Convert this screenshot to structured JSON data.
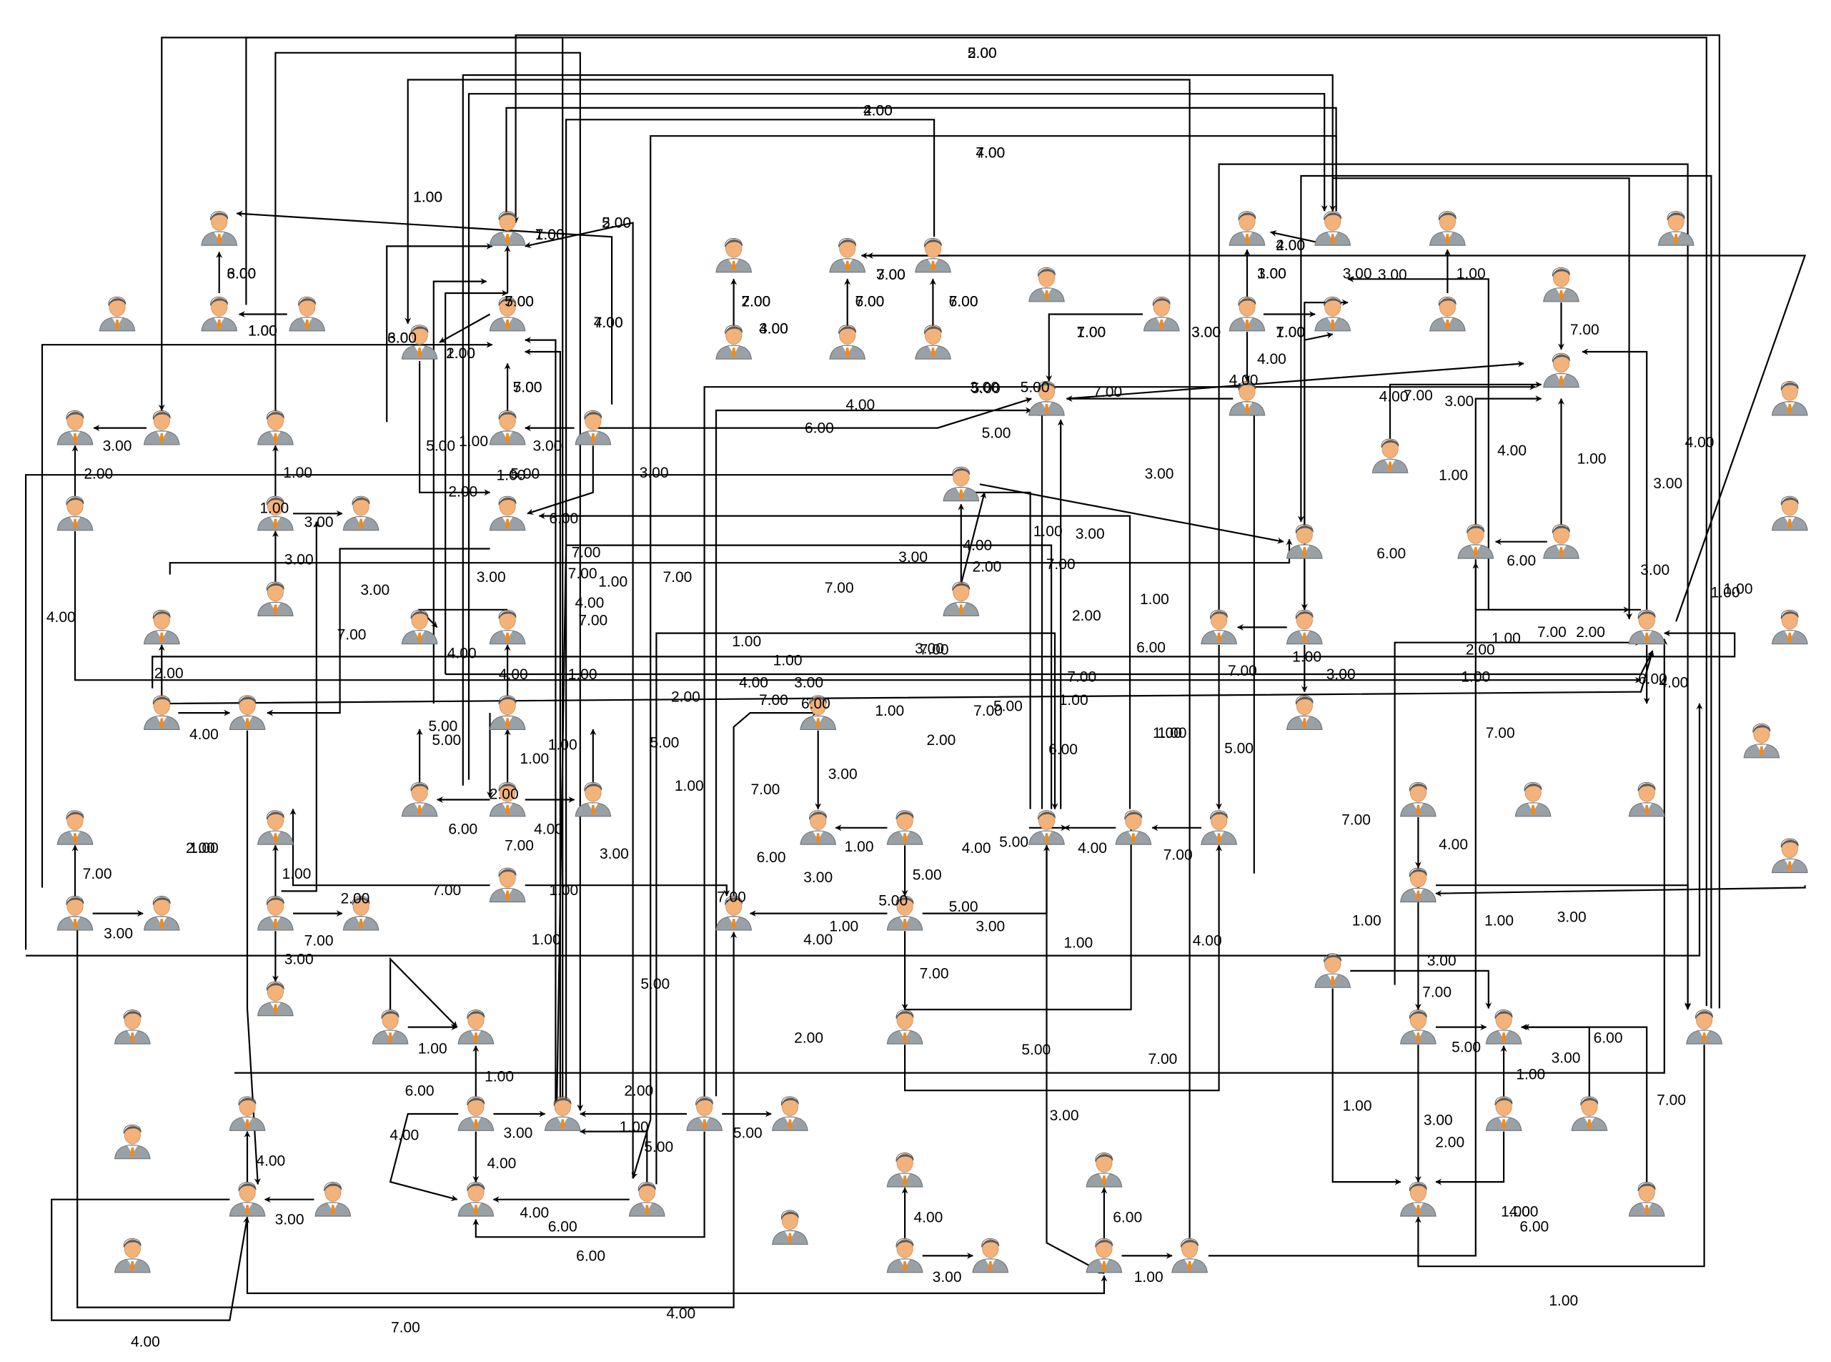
{
  "diagram": {
    "type": "weighted directed graph",
    "node_icon": "person-icon",
    "edge_weight_labels": [
      "2.00",
      "4.00",
      "4.00",
      "1.00",
      "7.00",
      "2.00",
      "6.00",
      "1.00",
      "7.00",
      "3.00",
      "4.00",
      "6.00",
      "2.00",
      "7.00",
      "7.00",
      "3.00",
      "7.00",
      "6.00",
      "7.00",
      "3.00",
      "4.00",
      "3.00",
      "7.00",
      "4.00",
      "4.00",
      "3.00",
      "3.00",
      "1.00",
      "7.00",
      "4.00",
      "3.00",
      "7.00",
      "4.00",
      "1.00",
      "1.00",
      "3.00",
      "4.00",
      "7.00",
      "5.00",
      "5.00",
      "6.00",
      "6.00",
      "3.00",
      "1.00",
      "1.00",
      "2.00",
      "7.00",
      "1.00",
      "6.00",
      "2.00",
      "1.00",
      "4.00",
      "7.00",
      "7.00",
      "1.00",
      "3.00",
      "1.00",
      "5.00",
      "7.00",
      "4.00",
      "1.00",
      "3.00",
      "1.00",
      "3.00",
      "7.00",
      "5.00",
      "3.00",
      "1.00",
      "6.00",
      "7.00",
      "3.00",
      "1.00",
      "2.00",
      "4.00",
      "6.00",
      "1.00",
      "3.00",
      "2.00",
      "1.00",
      "1.00",
      "3.00",
      "3.00",
      "3.00",
      "7.00",
      "4.00",
      "2.00",
      "4.00",
      "1.00",
      "1.00",
      "5.00",
      "2.00",
      "3.00",
      "5.00",
      "6.00",
      "7.00",
      "7.00",
      "1.00",
      "4.00",
      "7.00",
      "3.00",
      "4.00",
      "4.00",
      "1.00",
      "5.00",
      "5.00",
      "1.00",
      "1.00",
      "2.00",
      "6.00",
      "7.00",
      "4.00",
      "3.00",
      "7.00",
      "1.00",
      "1.00",
      "3.00",
      "7.00",
      "2.00",
      "5.00",
      "1.00",
      "7.00",
      "1.00",
      "1.00",
      "3.00",
      "4.00",
      "6.00",
      "7.00",
      "7.00",
      "6.00",
      "4.00",
      "3.00",
      "4.00",
      "2.00",
      "7.00",
      "3.00",
      "1.00",
      "2.00",
      "6.00",
      "1.00",
      "3.00",
      "3.00",
      "5.00",
      "7.00",
      "3.00",
      "7.00",
      "5.00",
      "1.00",
      "7.00",
      "6.00",
      "2.00",
      "1.00",
      "5.00",
      "4.00",
      "4.00",
      "7.00",
      "1.00",
      "4.00",
      "7.00",
      "1.00",
      "5.00",
      "3.00",
      "5.00",
      "5.00",
      "5.00",
      "1.00",
      "4.00",
      "1.00",
      "3.00",
      "3.00",
      "6.00",
      "7.00",
      "2.00",
      "5.00",
      "2.00",
      "1.00",
      "5.00",
      "5.00",
      "3.00",
      "4.00",
      "1.00",
      "6.00",
      "4.00",
      "1.00",
      "4.00",
      "6.00",
      "6.00",
      "4.00",
      "7.00",
      "4.00",
      "4.00",
      "3.00",
      "3.00",
      "7.00",
      "2.00",
      "1.00",
      "2.00",
      "7.00",
      "3.00",
      "1.00",
      "4.00",
      "3.00",
      "6.00",
      "1.00",
      "3.00",
      "7.00",
      "1.00",
      "5.00",
      "2.00",
      "7.00",
      "1.00",
      "1.00",
      "5.00",
      "3.00",
      "1.00",
      "5.00",
      "7.00",
      "7.00",
      "3.00",
      "1.00",
      "5.00",
      "2.00",
      "4.00",
      "6.00",
      "7.00",
      "1.00",
      "1.00",
      "2.00",
      "3.00",
      "1.00"
    ]
  }
}
